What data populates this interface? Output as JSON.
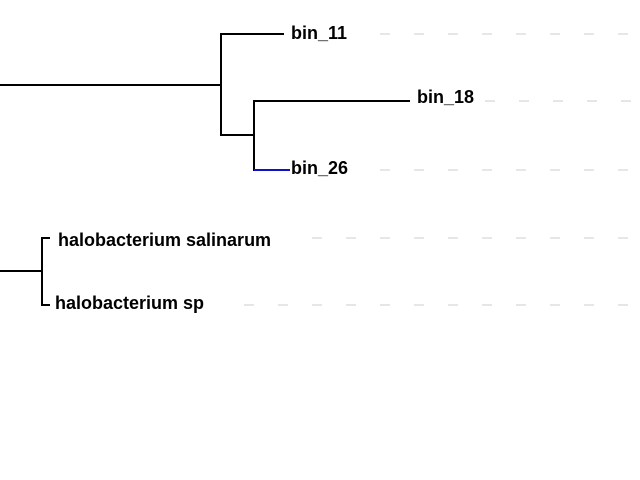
{
  "tree": {
    "branch_color": "#000000",
    "highlight_color": "#1010c8",
    "leader_color": "#cccccc",
    "leaves": [
      {
        "id": "bin_11",
        "label": "bin_11"
      },
      {
        "id": "bin_18",
        "label": "bin_18"
      },
      {
        "id": "bin_26",
        "label": "bin_26",
        "highlighted": true
      },
      {
        "id": "halobacterium_salinarum",
        "label": "halobacterium salinarum"
      },
      {
        "id": "halobacterium_sp",
        "label": "halobacterium sp"
      }
    ]
  }
}
